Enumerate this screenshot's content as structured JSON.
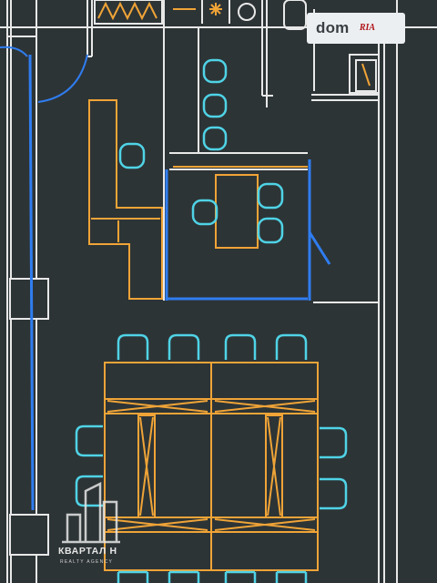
{
  "listing_badge": {
    "site_name": "dom",
    "brand_mark": "RIA",
    "accent": "#b0141a"
  },
  "agency_watermark": {
    "name": "КВАРТАЛ Н",
    "tagline": "REALTY AGENCY"
  },
  "plan_colors": {
    "background": "#2d3436",
    "walls": "#e8e8e8",
    "furniture": "#f0a437",
    "chairs": "#4fd3e6",
    "partitions": "#2f7df0"
  }
}
